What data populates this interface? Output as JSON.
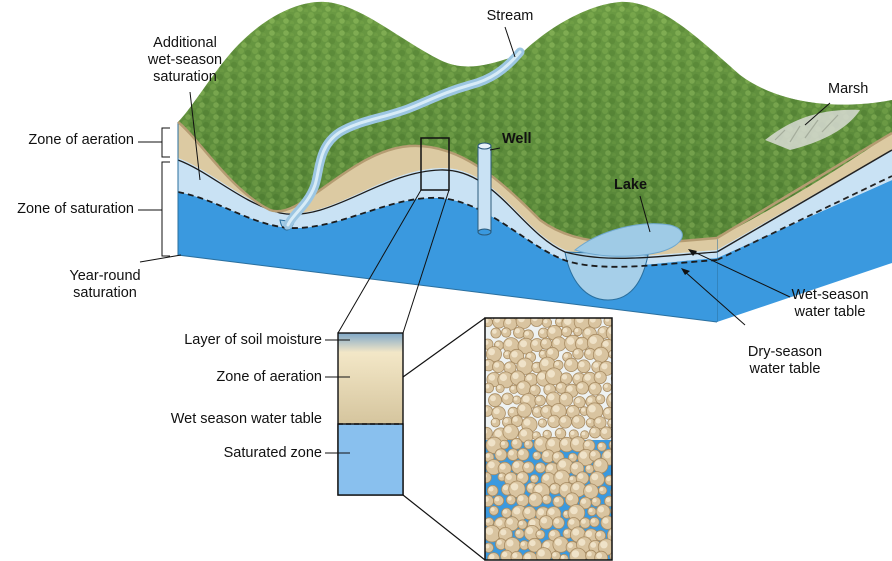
{
  "labels": {
    "stream": "Stream",
    "additional_wet_season_saturation": [
      "Additional",
      "wet-season",
      "saturation"
    ],
    "marsh": "Marsh",
    "zone_of_aeration": "Zone of aeration",
    "zone_of_saturation": "Zone of saturation",
    "year_round_saturation": [
      "Year-round",
      "saturation"
    ],
    "well": "Well",
    "lake": "Lake",
    "wet_season_water_table": [
      "Wet-season",
      "water table"
    ],
    "dry_season_water_table": [
      "Dry-season",
      "water table"
    ]
  },
  "inset": {
    "layer_of_soil_moisture": "Layer of soil moisture",
    "zone_of_aeration": "Zone of aeration",
    "wet_season_water_table": "Wet season water table",
    "saturated_zone": "Saturated zone"
  },
  "colors": {
    "terrain_green": "#5b8a3a",
    "terrain_light": "#8db35a",
    "soil_tan": "#dccaa2",
    "saturation_light": "#c9e2f4",
    "saturation_deep": "#3a99df",
    "water": "#a6cfe9",
    "grain": "#d9c4a0",
    "grain_edge": "#a88c63"
  }
}
